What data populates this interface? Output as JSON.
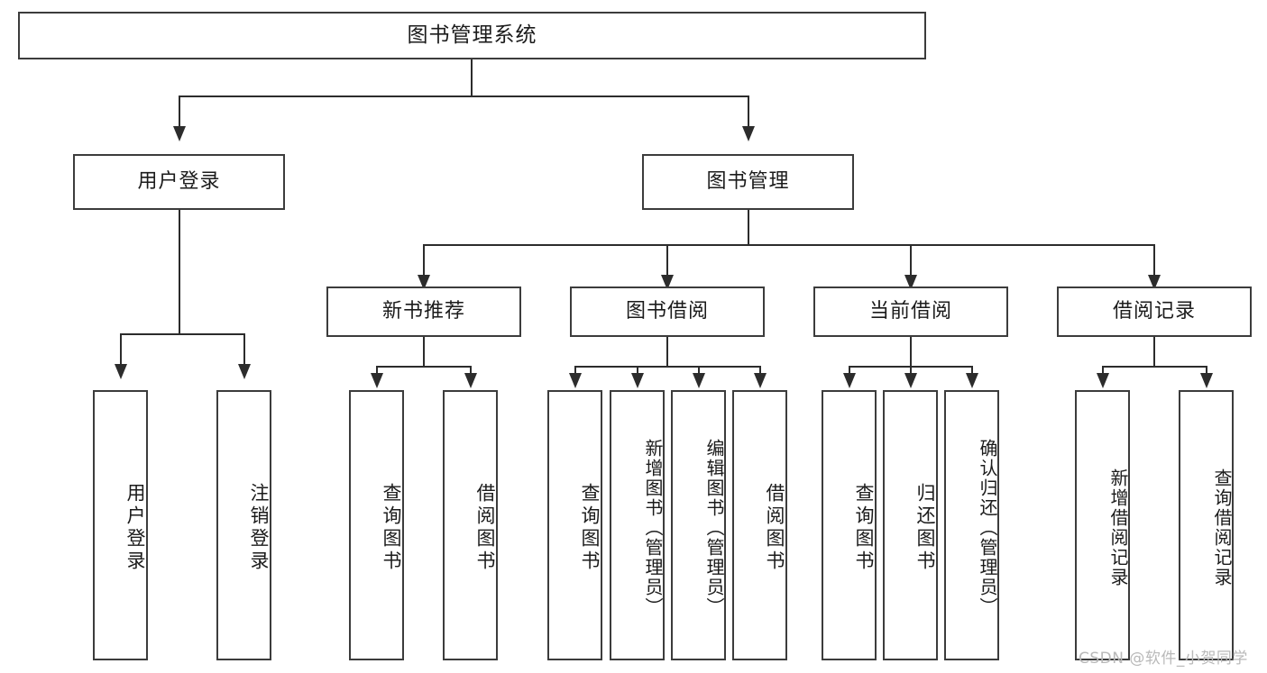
{
  "diagram": {
    "type": "tree",
    "title": "图书管理系统",
    "orientation": "top-down",
    "colors": {
      "box_border": "#3c3c3c",
      "box_fill": "#ffffff",
      "connector": "#2c2c2c",
      "text": "#1b1b1b",
      "watermark": "#b9b9b9"
    },
    "root": {
      "label": "图书管理系统"
    },
    "level2": [
      {
        "label": "用户登录"
      },
      {
        "label": "图书管理"
      }
    ],
    "level3": [
      {
        "label": "新书推荐"
      },
      {
        "label": "图书借阅"
      },
      {
        "label": "当前借阅"
      },
      {
        "label": "借阅记录"
      }
    ],
    "leaves": {
      "user_login": [
        {
          "label": "用户登录"
        },
        {
          "label": "注销登录"
        }
      ],
      "new_book_recommend": [
        {
          "label": "查询图书"
        },
        {
          "label": "借阅图书"
        }
      ],
      "book_borrow": [
        {
          "label": "查询图书"
        },
        {
          "label": "新增图书（管理员）"
        },
        {
          "label": "编辑图书（管理员）"
        },
        {
          "label": "借阅图书"
        }
      ],
      "current_borrow": [
        {
          "label": "查询图书"
        },
        {
          "label": "归还图书"
        },
        {
          "label": "确认归还（管理员）"
        }
      ],
      "borrow_record": [
        {
          "label": "新增借阅记录"
        },
        {
          "label": "查询借阅记录"
        }
      ]
    }
  },
  "watermark": {
    "text": "CSDN @软件_小贺同学"
  }
}
